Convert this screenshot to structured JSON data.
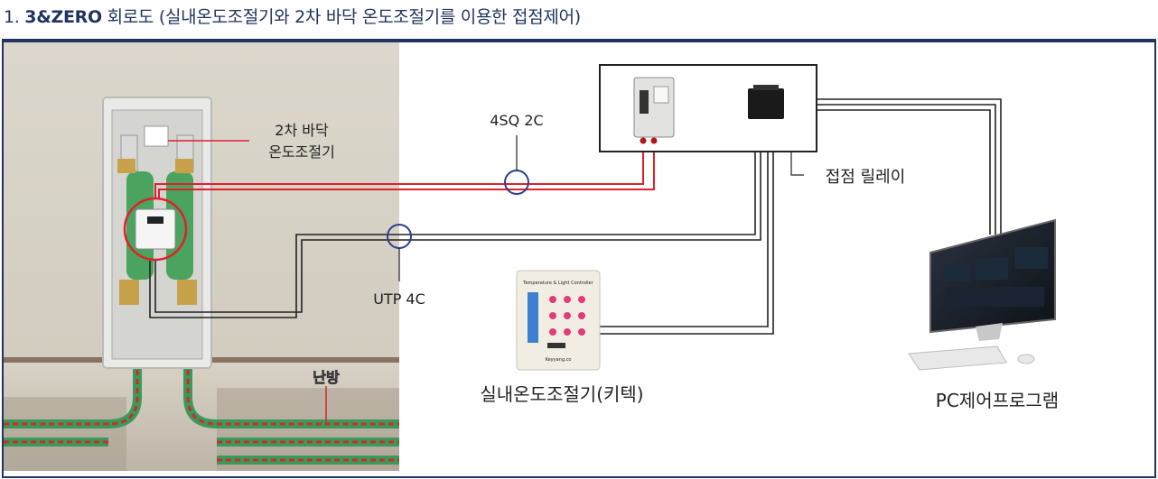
{
  "header": {
    "number": "1.",
    "brand": "3&ZERO",
    "title_rest": "회로도 (실내온도조절기와 2차 바닥 온도조절기를 이용한 접점제어)"
  },
  "labels": {
    "floor_controller_line1": "2차 바닥",
    "floor_controller_line2": "온도조절기",
    "cable_4sq": "4SQ  2C",
    "cable_utp": "UTP  4C",
    "relay": "접점  릴레이",
    "heating": "난방",
    "room_controller": "실내온도조절기(키텍)",
    "pc_control": "PC제어프로그램",
    "panel_title": "Temperature & Light Controller",
    "panel_brand": "Keyyang.co"
  },
  "colors": {
    "frame": "#1f3560",
    "signal_line": "#222222",
    "power_line": "#e0202a",
    "circle_marker": "#2a3f8f",
    "pipe_red": "#d4282a",
    "pipe_green": "#3a9a5a"
  }
}
